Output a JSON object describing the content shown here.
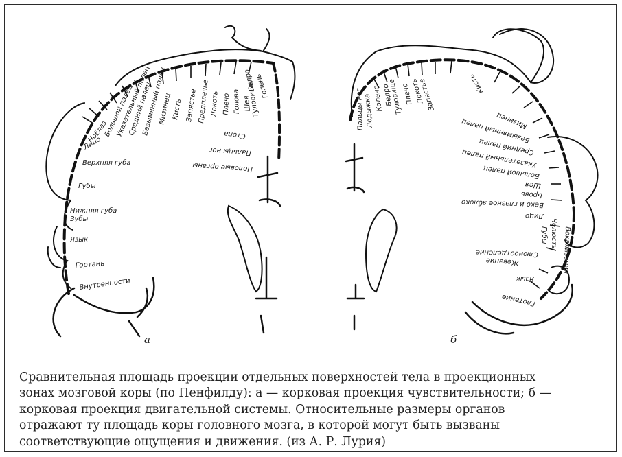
{
  "figure": {
    "letter_a": "а",
    "letter_b": "б",
    "left_labels": {
      "vnutrennosti": "Внутренности",
      "gortan": "Гортань",
      "yazyk": "Язык",
      "zuby": "Зубы",
      "nizhnyaya_guba": "Нижняя губа",
      "guby": "Губы",
      "verkhnyaya_guba": "Верхняя губа",
      "lico": "Лицо",
      "nos": "Нос",
      "glaz": "Глаз",
      "bolshoy_palec": "Большой палец",
      "ukazatelny": "Указательный палец",
      "sredniy": "Средний палец",
      "bezymyanny": "Безымянный палец",
      "mizinets": "Мизинец",
      "kist": "Кисть",
      "zapyastye": "Запястье",
      "predplechye": "Предплечье",
      "lokot": "Локоть",
      "plecho": "Плечо",
      "golova": "Голова",
      "sheya": "Шея",
      "tulovishche": "Туловище",
      "bedro": "Бедро",
      "goleni": "Голень",
      "stopa": "Стопа",
      "palcy_nog": "Пальцы ног",
      "polovye": "Половые органы"
    },
    "right_labels": {
      "palcy_nog": "Пальцы ног",
      "lodyzhka": "Лодыжка",
      "koleno": "Колено",
      "bedro": "Бедро",
      "tulovishche": "Туловище",
      "plecho": "Плечо",
      "lokot": "Локоть",
      "zapyastye": "Запястье",
      "kist": "Кисть",
      "mizinets": "Мизинец",
      "bezymyanny": "Безымянный палец",
      "sredniy": "Средний палец",
      "ukazatelny": "Указательный палец",
      "bolshoy": "Большой палец",
      "sheya": "Шея",
      "brov": "Бровь",
      "veko": "Веко и глазное яблоко",
      "lico": "Лицо",
      "guby": "Губы",
      "chelyust": "Челюсть",
      "yazyk": "Язык",
      "glotanie": "Глотание",
      "vokalizaciya": "Вокализация",
      "slyunootdelenie": "Слюноотделение",
      "zhevanie": "Жевание"
    }
  },
  "caption": {
    "line1": "Сравнительная площадь проекции отдельных поверхностей тела в проекционных",
    "line2": "зонах мозговой коры (по Пенфилду): а — корковая проекция чувствительности; б —",
    "line3": "корковая проекция двигательной системы. Относительные размеры органов",
    "line4": "отражают ту площадь коры головного мозга, в которой могут быть вызваны",
    "line5": "соответствующие ощущения  и движения. (из А. Р. Лурия)"
  }
}
